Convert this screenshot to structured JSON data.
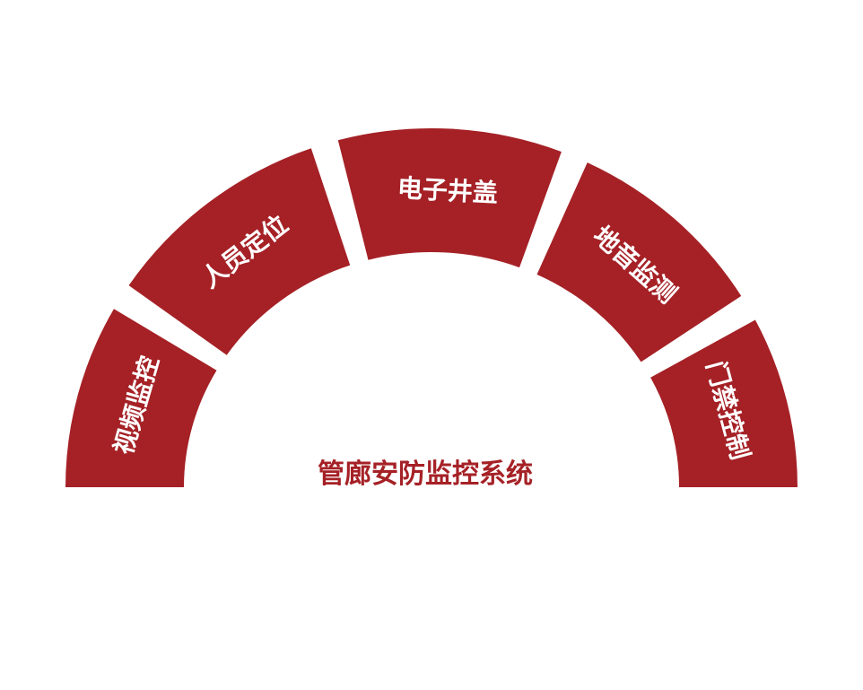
{
  "title": "管廊安防监控系统",
  "colors": {
    "segment": "#a52126",
    "label": "#ffffff",
    "title": "#a52126",
    "background": "#ffffff"
  },
  "segments": [
    {
      "label": "视频监控",
      "start_deg": 180,
      "end_deg": 148
    },
    {
      "label": "人员定位",
      "start_deg": 148,
      "end_deg": 107
    },
    {
      "label": "电子井盖",
      "start_deg": 107,
      "end_deg": 67
    },
    {
      "label": "地音监测",
      "start_deg": 67,
      "end_deg": 30
    },
    {
      "label": "门禁控制",
      "start_deg": 30,
      "end_deg": 0
    }
  ]
}
